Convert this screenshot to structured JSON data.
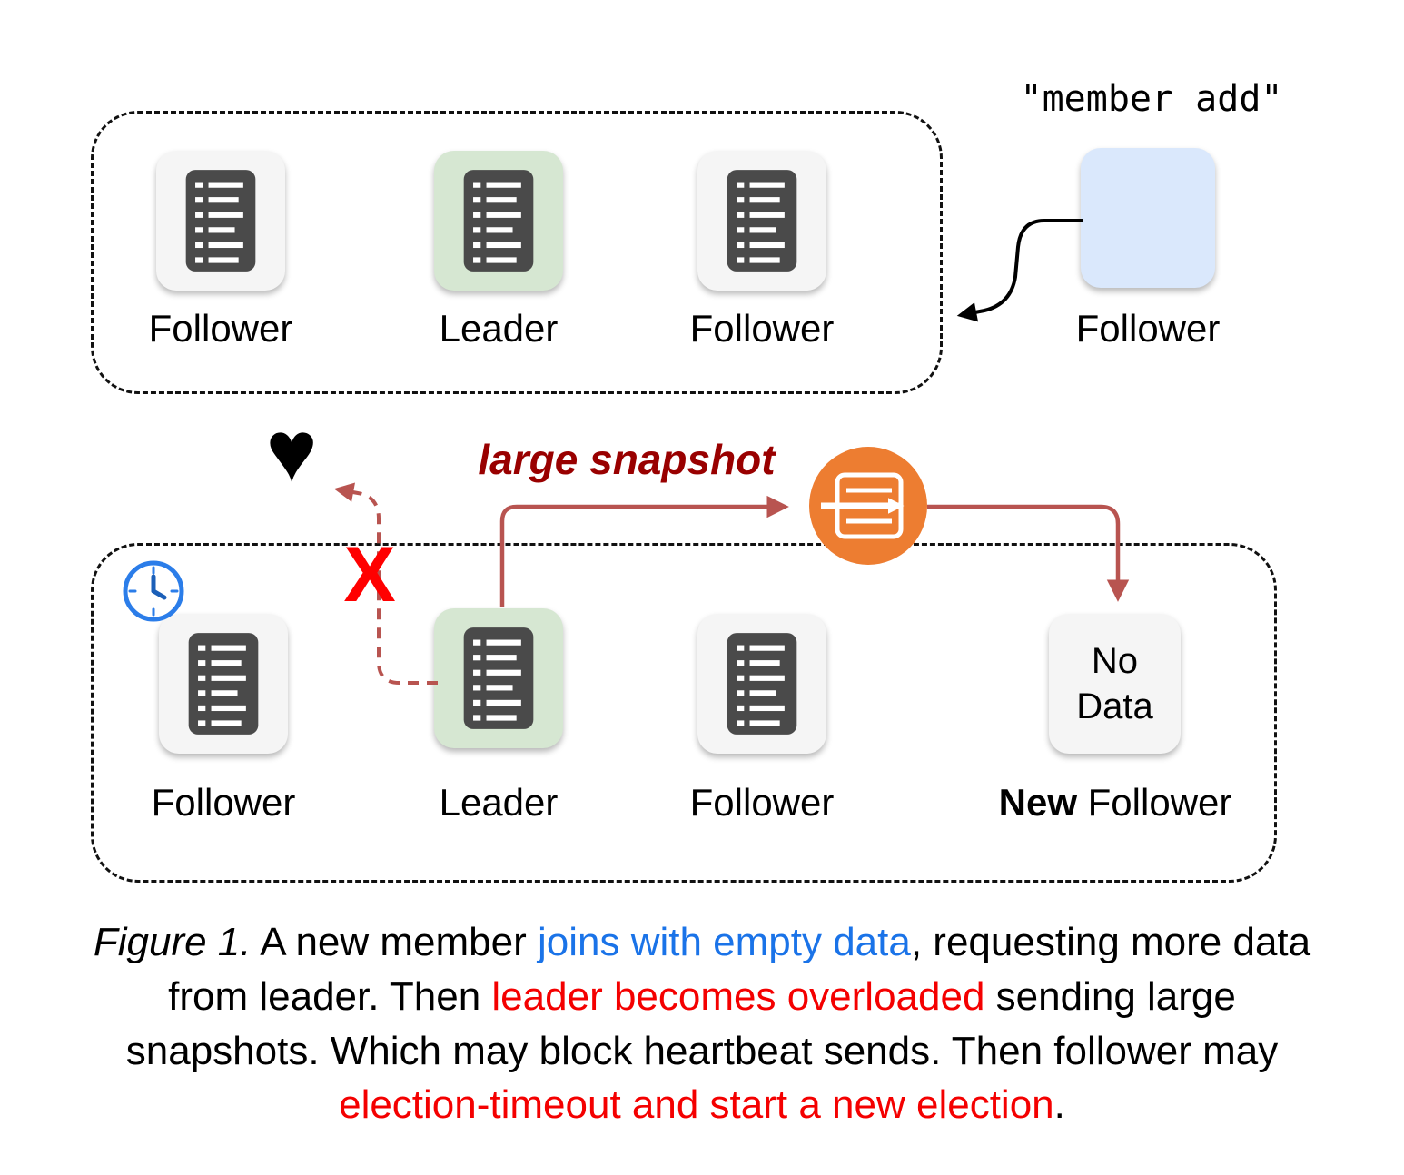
{
  "figure": {
    "top_cluster": {
      "nodes": [
        {
          "label": "Follower",
          "role": "follower"
        },
        {
          "label": "Leader",
          "role": "leader"
        },
        {
          "label": "Follower",
          "role": "follower"
        }
      ]
    },
    "new_member": {
      "command": "\"member add\"",
      "label": "Follower"
    },
    "bottom_cluster": {
      "nodes": [
        {
          "label": "Follower",
          "role": "follower"
        },
        {
          "label": "Leader",
          "role": "leader"
        },
        {
          "label": "Follower",
          "role": "follower"
        }
      ],
      "new_follower": {
        "box_text": "No Data",
        "label_bold": "New",
        "label_rest": " Follower"
      }
    },
    "annotations": {
      "large_snapshot": "large snapshot",
      "heartbeat_blocked_x": "X",
      "heart": "♥"
    }
  },
  "caption": {
    "line1": {
      "fig": "Figure 1.",
      "t1": " A new member ",
      "blue": "joins with empty data",
      "t2": ", requesting more data"
    },
    "line2": {
      "t1": "from leader. Then ",
      "red": "leader becomes overloaded",
      "t2": " sending large"
    },
    "line3": {
      "t1": "snapshots. Which may block heartbeat sends. Then follower may"
    },
    "line4": {
      "red": "election-timeout and start a new election",
      "t1": "."
    }
  },
  "colors": {
    "leader_fill": "#d6e7d2",
    "follower_fill": "#f5f5f5",
    "new_member_fill": "#dae8fc",
    "snapshot_orange": "#ed7d31",
    "arrow_red": "#b85450",
    "snapshot_label_red": "#990000",
    "x_red": "#ff0000",
    "caption_red": "#f40000",
    "caption_blue": "#1a73e8",
    "clock_blue": "#2b7de9",
    "log_icon_gray": "#4a4a4a"
  }
}
